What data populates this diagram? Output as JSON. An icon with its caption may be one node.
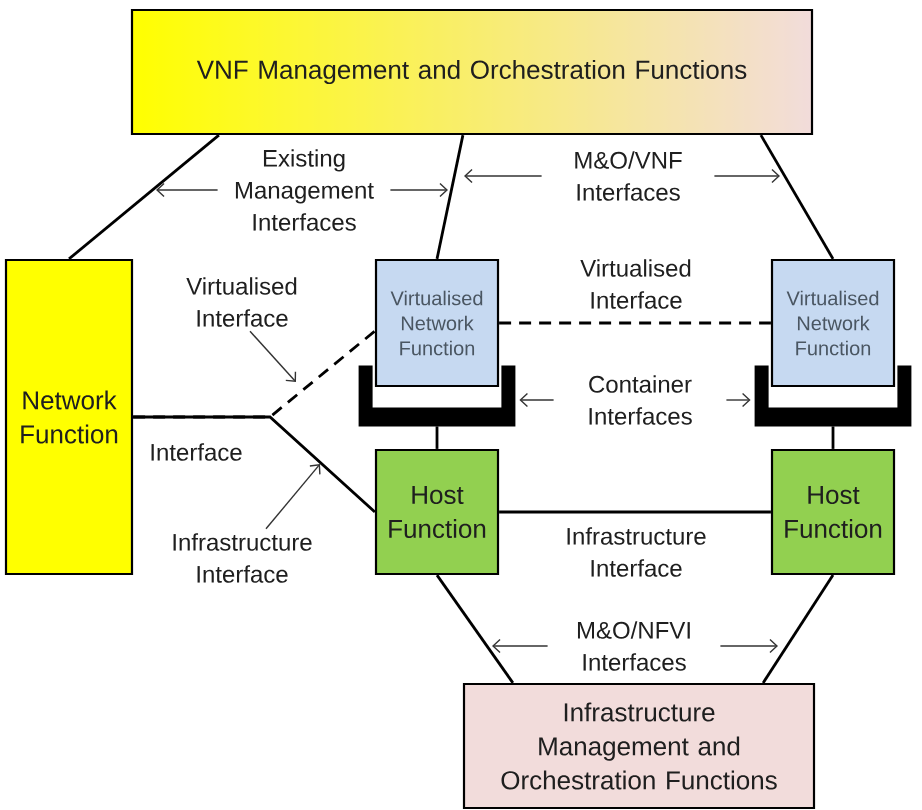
{
  "diagram": {
    "nodes": [
      {
        "text": [
          "VNF Management and Orchestration Functions"
        ]
      },
      {
        "text": [
          "Existing Management Interfaces"
        ]
      },
      {
        "text": [
          "M&O/VNF Interfaces"
        ]
      },
      {
        "text": [
          "Network Function"
        ]
      },
      {
        "text": [
          "Virtualised Interface"
        ]
      },
      {
        "text": [
          "Virtualised Network Function"
        ]
      },
      {
        "text": [
          "Virtualised Network Function"
        ]
      },
      {
        "text": [],
        "shape": "tray"
      },
      {
        "text": [],
        "shape": "tray"
      },
      {
        "text": [
          "Container Interfaces"
        ]
      },
      {
        "text": [
          "Host Function"
        ]
      },
      {
        "text": [
          "Host Function"
        ]
      },
      {
        "text": [
          "Infrastructure Interface"
        ]
      },
      {
        "text": [
          "M&O/NFVI Interfaces"
        ]
      },
      {
        "text": [
          "Infrastructure Management and Orchestration Functions"
        ]
      }
    ],
    "edges": [
      {
        "from": 0,
        "to": 3,
        "arrow": "none"
      },
      {
        "from": 0,
        "to": 5,
        "arrow": "none"
      },
      {
        "from": 0,
        "to": 6,
        "arrow": "none"
      },
      {
        "from": 3,
        "to": 5,
        "arrow": "none",
        "style": "dashed"
      },
      {
        "from": 3,
        "to": 10,
        "arrow": "none",
        "label": "Interface"
      },
      {
        "from": 5,
        "to": 6,
        "arrow": "none",
        "style": "dashed",
        "label": "Virtualised Interface"
      },
      {
        "from": 7,
        "to": 10,
        "arrow": "none"
      },
      {
        "from": 8,
        "to": 11,
        "arrow": "none"
      },
      {
        "from": 10,
        "to": 11,
        "arrow": "none",
        "label": "Infrastructure Interface"
      },
      {
        "from": 10,
        "to": 14,
        "arrow": "none"
      },
      {
        "from": 11,
        "to": 14,
        "arrow": "none"
      },
      {
        "from": 1,
        "to": null,
        "arrow": "to"
      },
      {
        "from": 1,
        "to": null,
        "arrow": "to"
      },
      {
        "from": 2,
        "to": null,
        "arrow": "to"
      },
      {
        "from": 2,
        "to": null,
        "arrow": "to"
      },
      {
        "from": 4,
        "to": null,
        "arrow": "to"
      },
      {
        "from": 9,
        "to": 7,
        "arrow": "to"
      },
      {
        "from": 9,
        "to": 8,
        "arrow": "to"
      },
      {
        "from": 12,
        "to": null,
        "arrow": "to"
      },
      {
        "from": 13,
        "to": null,
        "arrow": "to"
      },
      {
        "from": 13,
        "to": null,
        "arrow": "to"
      }
    ]
  }
}
